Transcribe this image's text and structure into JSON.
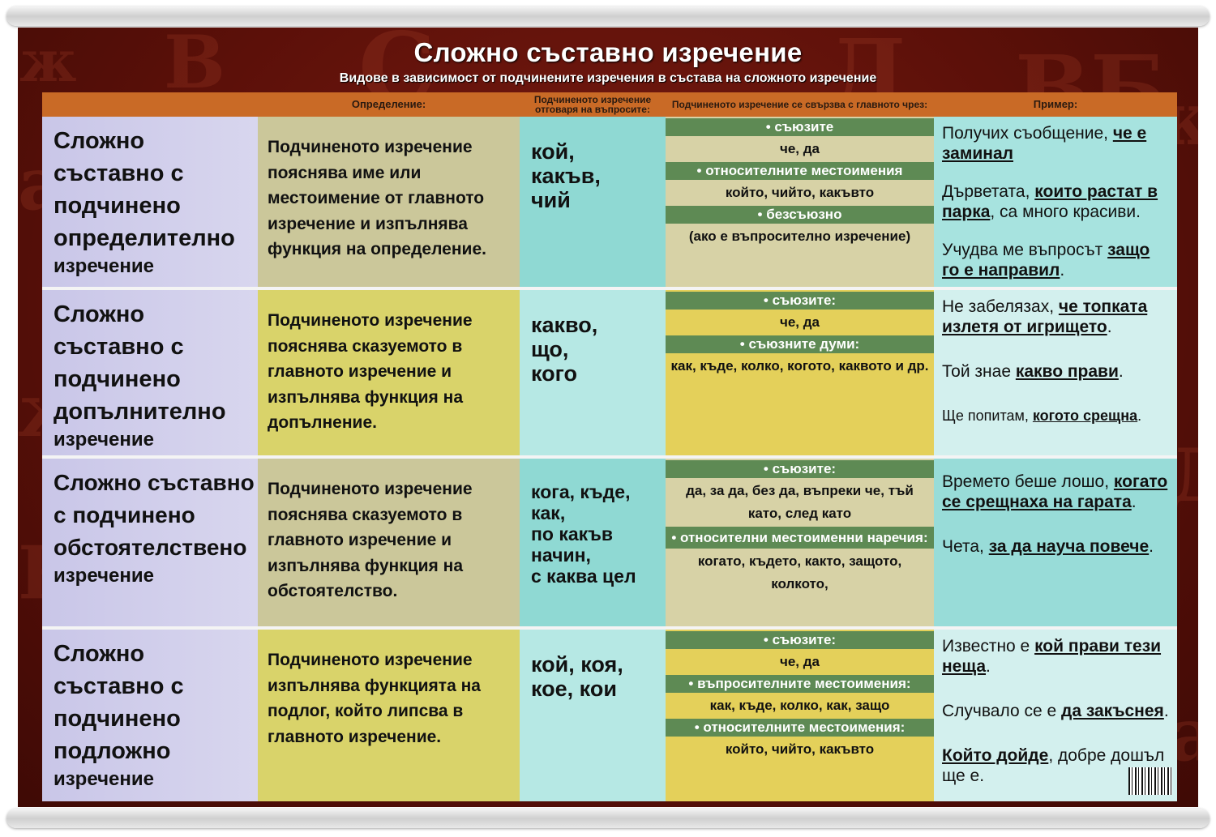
{
  "poster": {
    "title": "Сложно съставно изречение",
    "subtitle": "Видове в зависимост от подчинените изречения в състава на сложното изречение"
  },
  "header": {
    "definition": "Определение:",
    "questions": "Подчиненото изречение отговаря на въпросите:",
    "connection": "Подчиненото изречение се свързва с главното чрез:",
    "example": "Пример:"
  },
  "rows": [
    {
      "name": "Сложно съставно с подчинено определително",
      "name_small": "изречение",
      "definition": "Подчиненото изречение пояснява име или местоимение от главното изречение и изпълнява функция на определение.",
      "questions": "кой,\nкакъв,\nчий",
      "band1": "• съюзите",
      "text1": "че, да",
      "band2": "• относителните местоимения",
      "text2": "който, чийто, какъвто",
      "band3": "• безсъюзно",
      "text3": "(ако е въпросително изречение)",
      "ex1_a": "Получих съобщение, ",
      "ex1_b": "че е заминал",
      "ex2_a": "Дърветата, ",
      "ex2_b": "които растат в парка",
      "ex2_c": ", са много красиви.",
      "ex3_a": "Учудва ме въпросът ",
      "ex3_b": "защо го е направил",
      "ex3_c": "."
    },
    {
      "name": "Сложно съставно с подчинено допълнително",
      "name_small": "изречение",
      "definition": "Подчиненото изречение пояснява сказуемото в главното изречение и изпълнява функция на допълнение.",
      "questions": "какво,\nщо,\nкого",
      "band1": "• съюзите:",
      "text1": "че, да",
      "band2": "• съюзните думи:",
      "text2": "как, къде, колко, когото, каквото и др.",
      "ex1_a": "Не забелязах, ",
      "ex1_b": "че топката излетя от игрището",
      "ex1_c": ".",
      "ex2_a": "Той знае ",
      "ex2_b": "какво прави",
      "ex2_c": ".",
      "ex3_a": "Ще попитам, ",
      "ex3_b": "когото срещна",
      "ex3_c": "."
    },
    {
      "name": "Сложно съставно с подчинено обстоятелствено",
      "name_small": "изречение",
      "definition": "Подчиненото изречение пояснява сказуемото в главното изречение и изпълнява функция на обстоятелство.",
      "questions": "кога, къде,\nкак,\nпо какъв\nначин,\nс каква цел",
      "band1": "• съюзите:",
      "text1": "да, за да, без да, въпреки че, тъй като, след като",
      "band2": "• относителни местоименни наречия:",
      "text2": "когато, където, както, защото, колкото,",
      "ex1_a": "Времето беше лошо, ",
      "ex1_b": "когато се срещнаха на гарата",
      "ex1_c": ".",
      "ex2_a": "Чета, ",
      "ex2_b": "за да науча повече",
      "ex2_c": "."
    },
    {
      "name": "Сложно съставно с подчинено подложно",
      "name_small": "изречение",
      "definition": "Подчиненото изречение изпълнява функцията на подлог, който липсва в главното изречение.",
      "questions": "кой, коя,\nкое, кои",
      "band1": "• съюзите:",
      "text1": "че, да",
      "band2": "• въпросителните местоимения:",
      "text2": "как, къде, колко, как, защо",
      "band3": "• относителните местоимения:",
      "text3": "който, чийто, какъвто",
      "ex1_a": "Известно е ",
      "ex1_b": "кой прави тези неща",
      "ex1_c": ".",
      "ex2_a": "Случвало се е ",
      "ex2_b": "да закъснея",
      "ex2_c": ".",
      "ex3_b": "Който дойде",
      "ex3_c": ", добре дошъл ще е."
    }
  ],
  "colors": {
    "background": "#5c1009",
    "header": "#c96a26",
    "name_col": "#cfcbea",
    "yellow": "#d9d36a",
    "teal": "#8fd9d3",
    "green_band": "#5e8a54"
  }
}
